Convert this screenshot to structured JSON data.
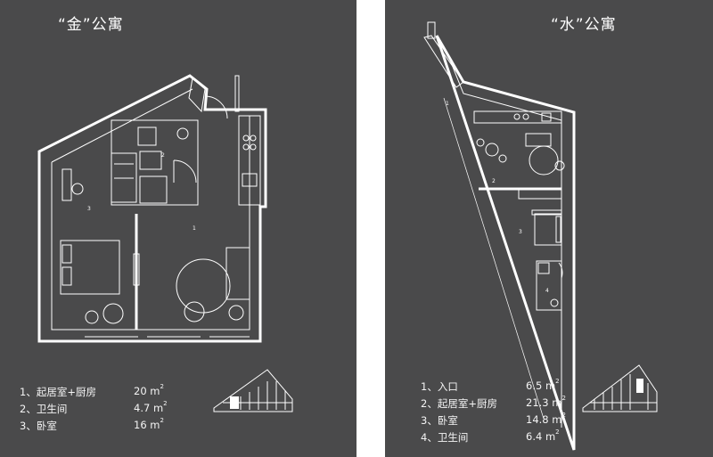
{
  "left": {
    "title": "“金”公寓",
    "rooms": [
      {
        "label": "1、起居室+厨房",
        "area": "20 m",
        "unit_sup": "2"
      },
      {
        "label": "2、卫生间",
        "area": "4.7 m",
        "unit_sup": "2"
      },
      {
        "label": "3、卧室",
        "area": "16 m",
        "unit_sup": "2"
      }
    ],
    "plan_numbers": [
      "1",
      "2",
      "3"
    ]
  },
  "right": {
    "title": "“水”公寓",
    "rooms": [
      {
        "label": "1、入口",
        "area": "6.5 m",
        "unit_sup": "2"
      },
      {
        "label": "2、起居室+厨房",
        "area": "21.3 m",
        "unit_sup": "2"
      },
      {
        "label": "3、卧室",
        "area": "14.8 m",
        "unit_sup": "2"
      },
      {
        "label": "4、卫生间",
        "area": "6.4 m",
        "unit_sup": "2"
      }
    ],
    "plan_numbers": [
      "1",
      "2",
      "3",
      "4"
    ]
  },
  "colors": {
    "panel": "#4a4a4b",
    "line": "#ffffff",
    "gap": "#ffffff"
  }
}
